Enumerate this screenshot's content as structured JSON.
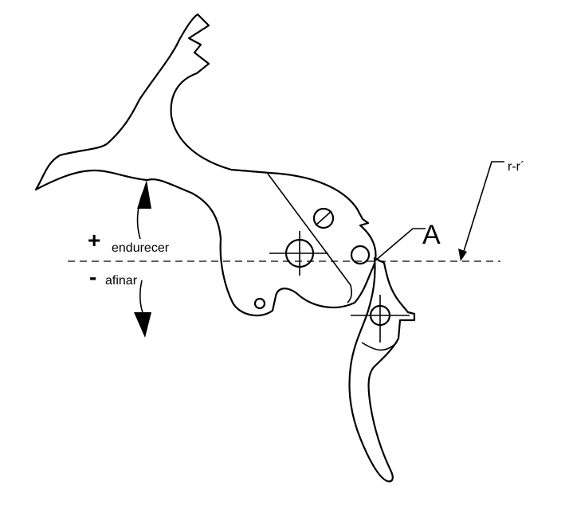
{
  "labels": {
    "plus_sign": "+",
    "plus_text": "endurecer",
    "minus_sign": "-",
    "minus_text": "afinar",
    "point_a": "A",
    "reference_line": "r-r´"
  },
  "colors": {
    "stroke": "#000000",
    "background": "#ffffff"
  }
}
